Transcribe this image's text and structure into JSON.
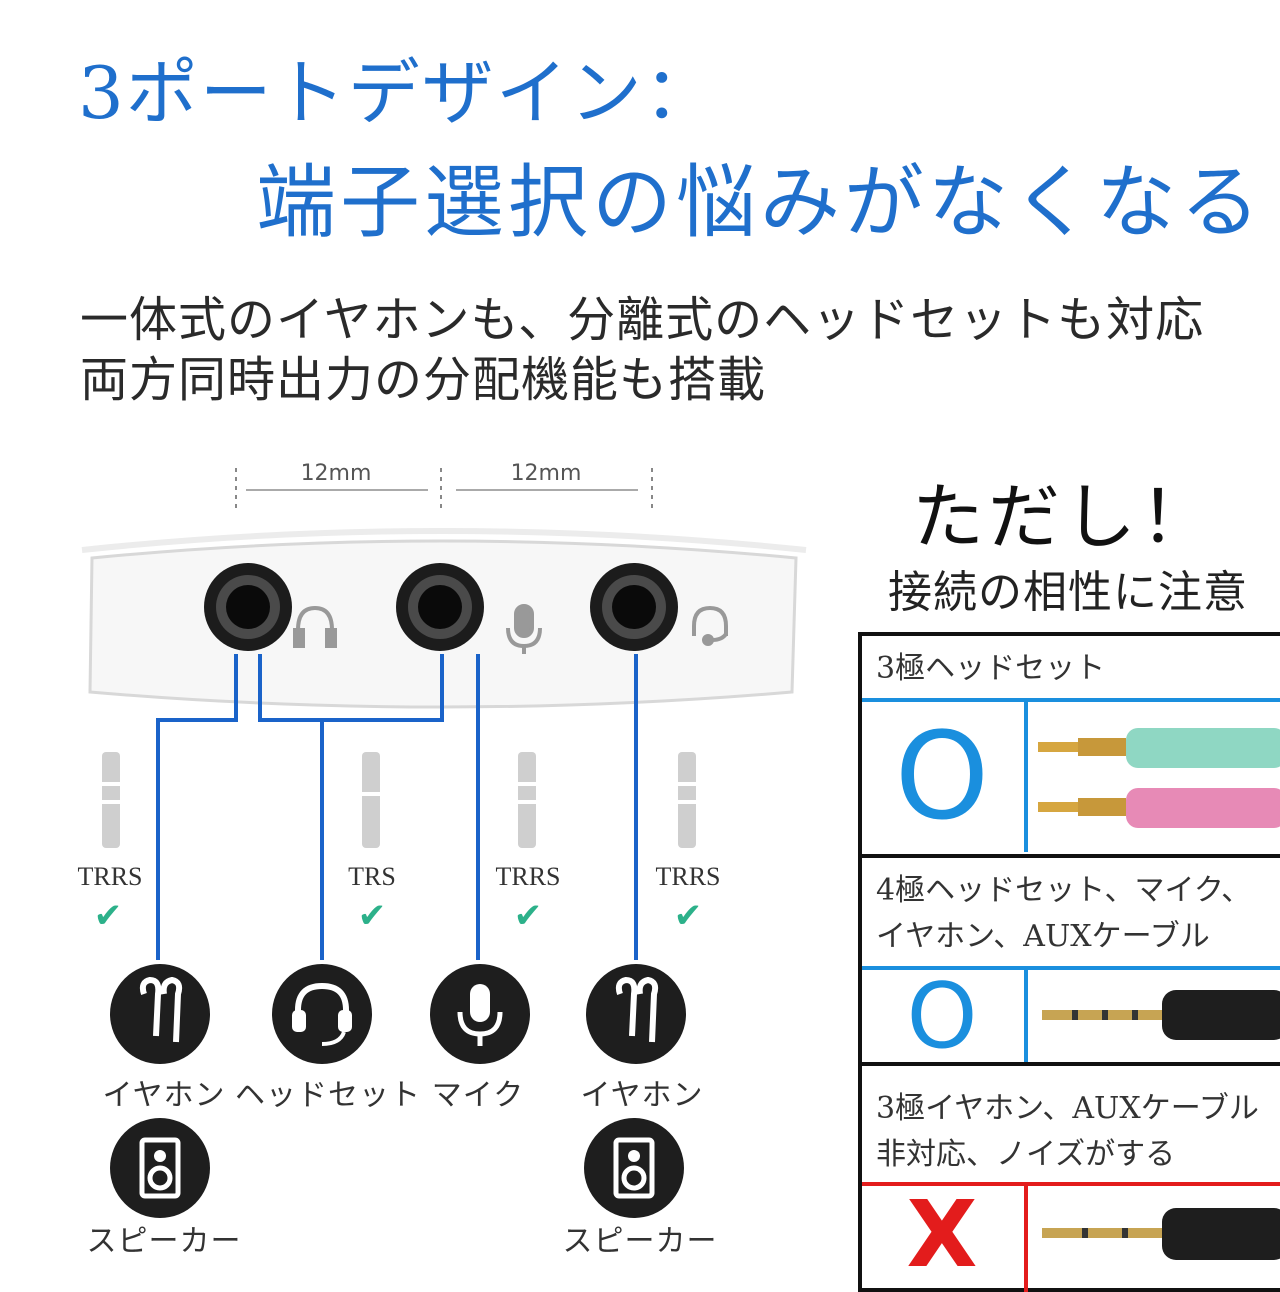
{
  "header": {
    "title_line1": "3ポートデザイン：",
    "title_line2": "端子選択の悩みがなくなる",
    "subtitle_line1": "一体式のイヤホンも、分離式のヘッドセットも対応",
    "subtitle_line2": "両方同時出力の分配機能も搭載"
  },
  "diagram": {
    "spacing_left": "12mm",
    "spacing_right": "12mm",
    "plugs": [
      {
        "label": "TRRS",
        "check": "✔"
      },
      {
        "label": "TRS",
        "check": "✔"
      },
      {
        "label": "TRRS",
        "check": "✔"
      },
      {
        "label": "TRRS",
        "check": "✔"
      }
    ],
    "devices": [
      {
        "label": "イヤホン",
        "icon": "earphone-icon"
      },
      {
        "label": "ヘッドセット",
        "icon": "headset-icon"
      },
      {
        "label": "マイク",
        "icon": "microphone-icon"
      },
      {
        "label": "イヤホン",
        "icon": "earphone-icon"
      }
    ],
    "speakers": [
      {
        "label": "スピーカー",
        "icon": "speaker-icon"
      },
      {
        "label": "スピーカー",
        "icon": "speaker-icon"
      }
    ],
    "port_icons": [
      "headphones-icon",
      "microphone-icon",
      "headset-icon"
    ],
    "line_color": "#1a63c9"
  },
  "caution": {
    "title": "ただし！",
    "subtitle": "接続の相性に注意"
  },
  "compat_table": [
    {
      "heading": "3極ヘッドセット",
      "mark": "O",
      "status": "ok"
    },
    {
      "heading_line1": "4極ヘッドセット、マイク、",
      "heading_line2": "イヤホン、AUXケーブル",
      "mark": "O",
      "status": "ok"
    },
    {
      "heading_line1": "3極イヤホン、AUXケーブル",
      "heading_line2": "非対応、ノイズがする",
      "mark": "X",
      "status": "ng"
    }
  ],
  "colors": {
    "title": "#1f6fcc",
    "ok": "#1a8fde",
    "ng": "#e31c1c",
    "row_line_ok": "#1a8fde",
    "row_line_ng": "#e31c1c"
  }
}
